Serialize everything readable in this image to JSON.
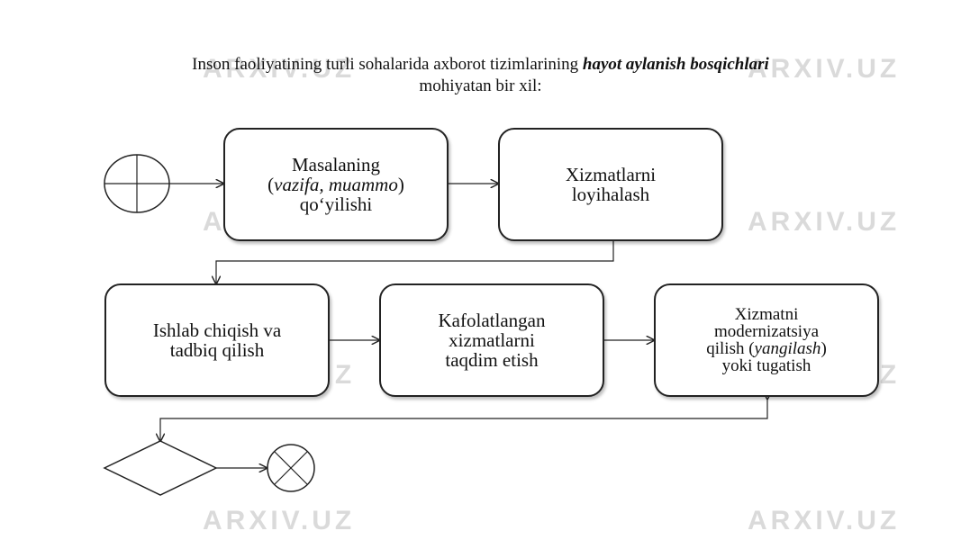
{
  "title": {
    "line1_normal": "Inson faoliyatining turli sohalarida axborot tizimlarining ",
    "line1_emphasis": "hayot aylanish bosqichlari",
    "line2": "mohiyatan bir xil:"
  },
  "boxes": {
    "b1": {
      "l1": "Masalaning",
      "l2_open": "(",
      "l2_italic": "vazifa, muammo",
      "l2_close": ")",
      "l3": "qo‘yilishi"
    },
    "b2": {
      "l1": "Xizmatlarni",
      "l2": "loyihalash"
    },
    "b3": {
      "l1": "Ishlab chiqish va",
      "l2": "tadbiq qilish"
    },
    "b4": {
      "l1": "Kafolatlangan",
      "l2": "xizmatlarni",
      "l3": "taqdim etish"
    },
    "b5": {
      "l1": "Xizmatni",
      "l2": "modernizatsiya",
      "l3_open": "qilish (",
      "l3_italic": "yangilash",
      "l3_close": ")",
      "l4": "yoki tugatish"
    }
  },
  "watermark": {
    "text": "ARXIV.UZ",
    "color": "#969696"
  },
  "icons": {
    "start": "circle-cross-icon",
    "decision": "diamond-icon",
    "end": "circle-x-icon"
  }
}
